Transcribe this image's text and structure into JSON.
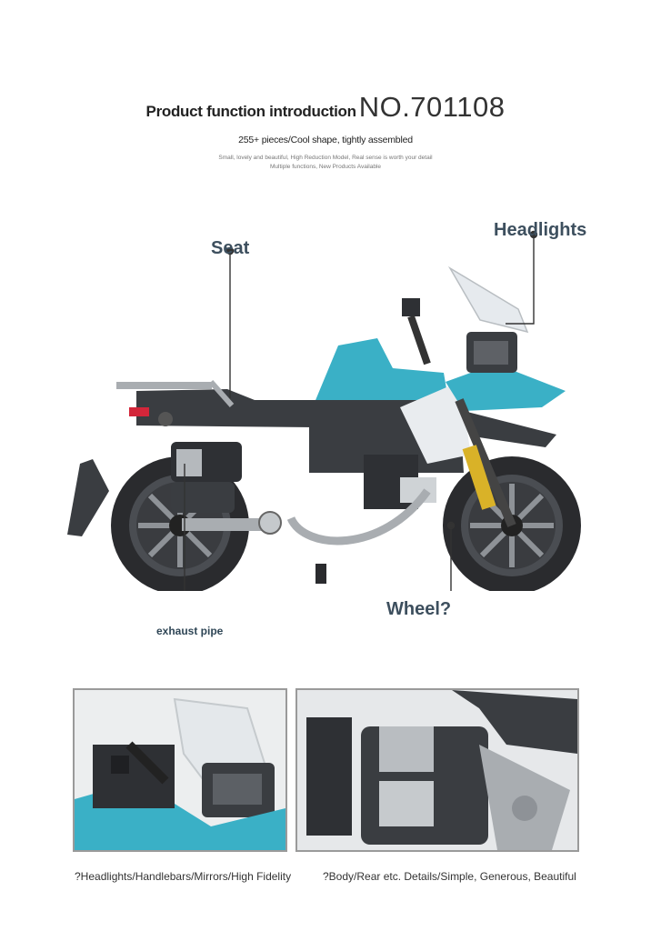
{
  "header": {
    "title": "Product function introduction",
    "model_number": "NO.701108",
    "subtitle": "255+ pieces/Cool shape, tightly assembled",
    "desc_line1": "Small, lovely and beautiful, High Reduction Model, Real sense is worth your detail",
    "desc_line2": "Multiple functions, New Products Available"
  },
  "callouts": {
    "seat": "Seat",
    "headlights": "Headlights",
    "wheel": "Wheel?",
    "exhaust": "exhaust pipe"
  },
  "captions": {
    "left": "?Headlights/Handlebars/Mirrors/High Fidelity",
    "right": "?Body/Rear etc. Details/Simple, Generous, Beautiful"
  },
  "colors": {
    "accent_teal": "#3ab0c6",
    "body_dark": "#3a3d41",
    "tire": "#2a2b2e",
    "chrome": "#a9adb1",
    "gold": "#d9b228",
    "callout_text": "#3d4f5e"
  }
}
